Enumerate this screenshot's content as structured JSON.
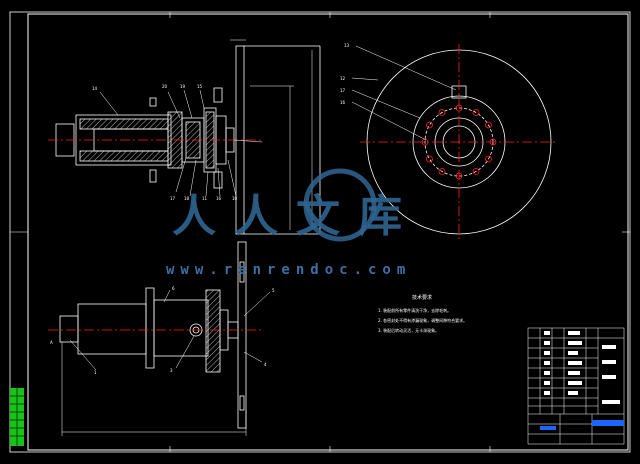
{
  "drawing": {
    "watermark_text": "www.renrendoc.com",
    "watermark_cn": "人人文库",
    "tech_req_title": "技术要求",
    "tech_req_lines": [
      "1. 装配前所有零件清洗干净，去除毛刺。",
      "2. 各密封处不得有渗漏现象，调整间隙符合要求。",
      "3. 装配后转动灵活，无卡滞现象。"
    ],
    "part_labels_top": [
      "14",
      "20",
      "19",
      "15",
      "17",
      "18",
      "11",
      "16",
      "10"
    ],
    "part_labels_bottom": [
      "6",
      "5",
      "4",
      "3",
      "1"
    ],
    "part_labels_right": [
      "13",
      "12",
      "17",
      "16"
    ],
    "colors": {
      "background": "#000000",
      "line": "#ffffff",
      "center_line": "#ff2020",
      "watermark": "#2f6592",
      "hatch": "#ffffff",
      "green_block": "#19c219",
      "title_block_blue": "#1e64ff"
    }
  }
}
